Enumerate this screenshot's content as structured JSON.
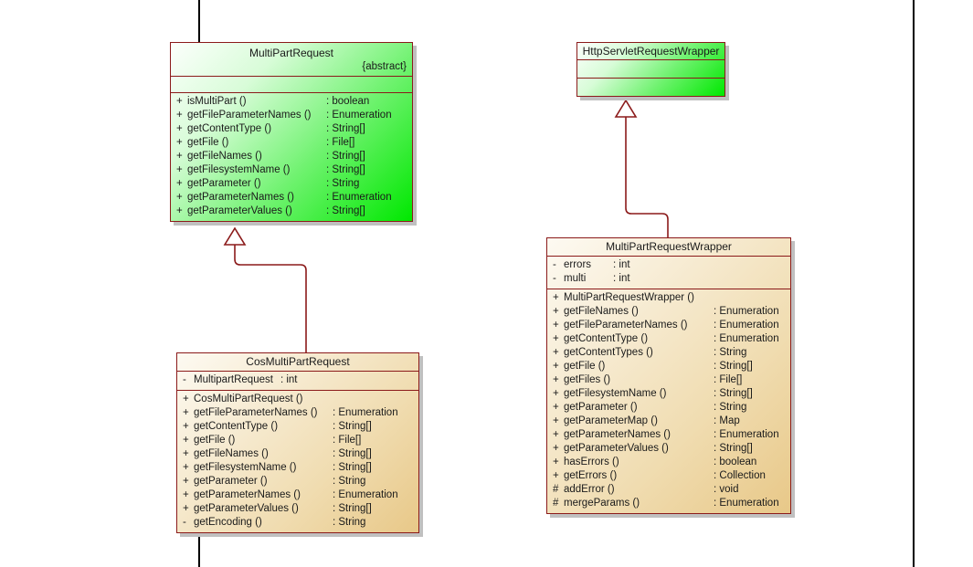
{
  "diagram": {
    "kind": "uml-class-diagram",
    "background": "#ffffff",
    "border_color": "#8B1A1A",
    "shadow_color": "#c0c0c0",
    "line_color": "#000000",
    "connector_color": "#8B1A1A"
  },
  "classes": {
    "multi_part_request": {
      "name": "MultiPartRequest",
      "stereotype": "{abstract}",
      "fill": "green",
      "attributes": [],
      "operations": [
        {
          "visibility": "+",
          "name": "isMultiPart ()",
          "type": ": boolean"
        },
        {
          "visibility": "+",
          "name": "getFileParameterNames ()",
          "type": ": Enumeration"
        },
        {
          "visibility": "+",
          "name": "getContentType ()",
          "type": ": String[]"
        },
        {
          "visibility": "+",
          "name": "getFile ()",
          "type": ": File[]"
        },
        {
          "visibility": "+",
          "name": "getFileNames ()",
          "type": ": String[]"
        },
        {
          "visibility": "+",
          "name": "getFilesystemName ()",
          "type": ": String[]"
        },
        {
          "visibility": "+",
          "name": "getParameter ()",
          "type": ": String"
        },
        {
          "visibility": "+",
          "name": "getParameterNames ()",
          "type": ": Enumeration"
        },
        {
          "visibility": "+",
          "name": "getParameterValues ()",
          "type": ": String[]"
        }
      ]
    },
    "http_servlet_request_wrapper": {
      "name": "HttpServletRequestWrapper",
      "stereotype": "",
      "fill": "green",
      "attributes": [],
      "operations": []
    },
    "cos_multi_part_request": {
      "name": "CosMultiPartRequest",
      "stereotype": "",
      "fill": "tan",
      "attributes": [
        {
          "visibility": "-",
          "name": "MultipartRequest",
          "type": ": int"
        }
      ],
      "operations": [
        {
          "visibility": "+",
          "name": "CosMultiPartRequest ()",
          "type": ""
        },
        {
          "visibility": "+",
          "name": "getFileParameterNames ()",
          "type": ": Enumeration"
        },
        {
          "visibility": "+",
          "name": "getContentType ()",
          "type": ": String[]"
        },
        {
          "visibility": "+",
          "name": "getFile ()",
          "type": ": File[]"
        },
        {
          "visibility": "+",
          "name": "getFileNames ()",
          "type": ": String[]"
        },
        {
          "visibility": "+",
          "name": "getFilesystemName ()",
          "type": ": String[]"
        },
        {
          "visibility": "+",
          "name": "getParameter ()",
          "type": ": String"
        },
        {
          "visibility": "+",
          "name": "getParameterNames ()",
          "type": ": Enumeration"
        },
        {
          "visibility": "+",
          "name": "getParameterValues ()",
          "type": ": String[]"
        },
        {
          "visibility": "-",
          "name": "getEncoding ()",
          "type": ": String"
        }
      ]
    },
    "multi_part_request_wrapper": {
      "name": "MultiPartRequestWrapper",
      "stereotype": "",
      "fill": "tan",
      "attributes": [
        {
          "visibility": "-",
          "name": "errors",
          "type": ": int"
        },
        {
          "visibility": "-",
          "name": "multi",
          "type": ": int"
        }
      ],
      "operations": [
        {
          "visibility": "+",
          "name": "MultiPartRequestWrapper ()",
          "type": ""
        },
        {
          "visibility": "+",
          "name": "getFileNames ()",
          "type": ": Enumeration"
        },
        {
          "visibility": "+",
          "name": "getFileParameterNames ()",
          "type": ": Enumeration"
        },
        {
          "visibility": "+",
          "name": "getContentType ()",
          "type": ": Enumeration"
        },
        {
          "visibility": "+",
          "name": "getContentTypes ()",
          "type": ": String"
        },
        {
          "visibility": "+",
          "name": "getFile ()",
          "type": ": String[]"
        },
        {
          "visibility": "+",
          "name": "getFiles ()",
          "type": ": File[]"
        },
        {
          "visibility": "+",
          "name": "getFilesystemName ()",
          "type": ": String[]"
        },
        {
          "visibility": "+",
          "name": "getParameter ()",
          "type": ": String"
        },
        {
          "visibility": "+",
          "name": "getParameterMap ()",
          "type": ": Map"
        },
        {
          "visibility": "+",
          "name": "getParameterNames ()",
          "type": ": Enumeration"
        },
        {
          "visibility": "+",
          "name": "getParameterValues ()",
          "type": ": String[]"
        },
        {
          "visibility": "+",
          "name": "hasErrors ()",
          "type": ": boolean"
        },
        {
          "visibility": "+",
          "name": "getErrors ()",
          "type": ": Collection"
        },
        {
          "visibility": "#",
          "name": "addError ()",
          "type": ": void"
        },
        {
          "visibility": "#",
          "name": "mergeParams ()",
          "type": ": Enumeration"
        }
      ]
    }
  },
  "relations": [
    {
      "kind": "generalization",
      "from": "CosMultiPartRequest",
      "to": "MultiPartRequest"
    },
    {
      "kind": "generalization",
      "from": "MultiPartRequestWrapper",
      "to": "HttpServletRequestWrapper"
    }
  ]
}
